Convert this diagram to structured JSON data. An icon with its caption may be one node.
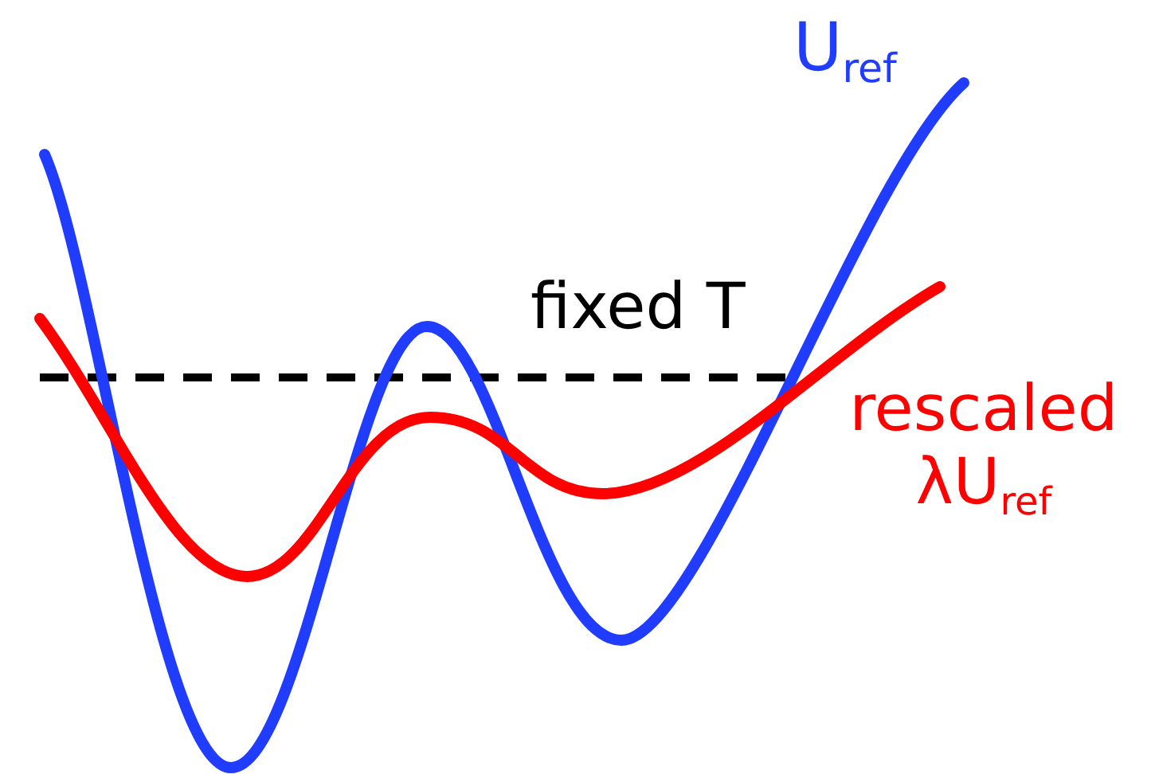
{
  "diagram": {
    "labels": [
      "U$_{ref}$",
      "fixed T",
      "rescaled λU$_{ref}$"
    ]
  }
}
